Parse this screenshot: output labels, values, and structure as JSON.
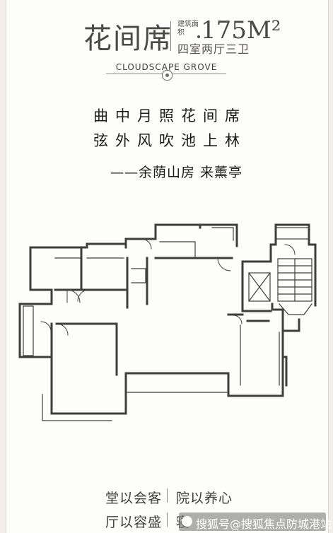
{
  "header": {
    "title": "花间席",
    "area_label": "建筑面积",
    "area_value": "175M²",
    "rooms": "四室两厅三卫"
  },
  "brand": {
    "name": "CLOUDSCAPE GROVE"
  },
  "poem": {
    "line1": "曲中月照花间席",
    "line2": "弦外风吹池上林",
    "signature": "——余荫山房 来薰亭"
  },
  "floor_plan": {
    "wall_color": "#4a4a48",
    "icon": "floor-plan-drawing"
  },
  "taglines": {
    "left_top": "堂以会客",
    "right_top": "院以养心",
    "left_bottom": "厅以容盛",
    "right_bottom": "寝"
  },
  "watermark": {
    "text": "搜狐号@搜狐焦点防城港站",
    "icon": "sohu-logo-icon"
  }
}
